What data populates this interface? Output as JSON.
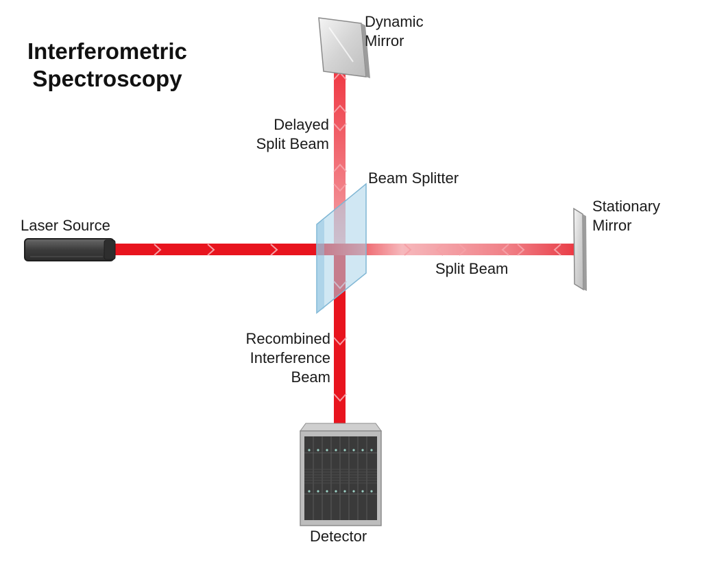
{
  "title": {
    "line1": "Interferometric",
    "line2": "Spectroscopy"
  },
  "labels": {
    "dynamic_mirror": [
      "Dynamic",
      "Mirror"
    ],
    "delayed_split_beam": [
      "Delayed",
      "Split Beam"
    ],
    "beam_splitter": "Beam Splitter",
    "laser_source": "Laser Source",
    "stationary_mirror": [
      "Stationary",
      "Mirror"
    ],
    "split_beam": "Split Beam",
    "recombined_beam": [
      "Recombined",
      "Interference",
      "Beam"
    ],
    "detector": "Detector"
  },
  "colors": {
    "beam": "#e8141e",
    "splitter": "#a9d4ea",
    "device_body": "#4a4a4a",
    "mirror": "#d9d9d9",
    "detector_body": "#b9b9b9"
  }
}
